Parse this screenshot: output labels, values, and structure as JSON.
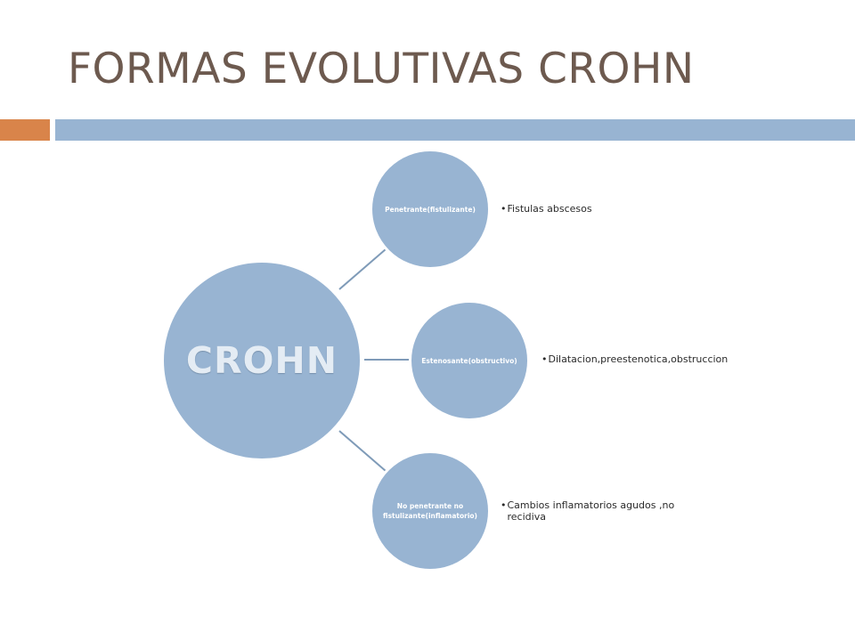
{
  "slide": {
    "title": "FORMAS EVOLUTIVAS CROHN"
  },
  "colors": {
    "title": "#6d5a4f",
    "accent_bar": "#d9844a",
    "main_bar": "#98b4d2",
    "circle_fill": "#98b4d2",
    "connector": "#7f9bb8",
    "bullet_text": "#2a2a2a"
  },
  "diagram": {
    "central": {
      "label": "CROHN"
    },
    "branches": [
      {
        "label": "Penetrante(fistulizante)",
        "bullet": "Fistulas abscesos"
      },
      {
        "label": "Estenosante(obstructivo)",
        "bullet": "Dilatacion,preestenotica,obstruccion"
      },
      {
        "label": "No penetrante no fistulizante(inflamatorio)",
        "bullet": "Cambios inflamatorios agudos ,no recidiva"
      }
    ],
    "bullet_marker": "•"
  }
}
